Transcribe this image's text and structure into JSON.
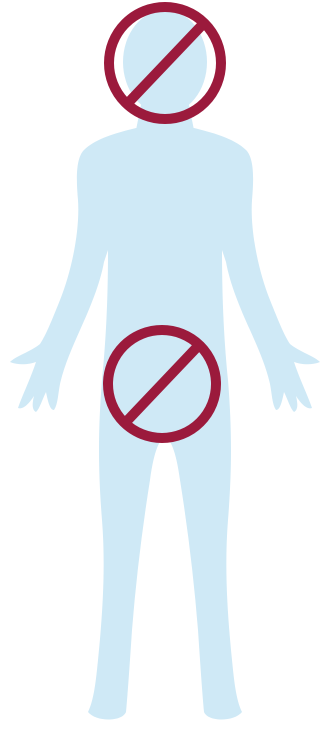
{
  "figure": {
    "body_icon": "human-body-silhouette",
    "prohibition_icon": "no-symbol",
    "colors": {
      "background": "#ffffff",
      "body": "#cfe9f6",
      "prohibition": "#9b1a3c"
    },
    "markers": [
      {
        "name": "head",
        "icon": "no-symbol"
      },
      {
        "name": "groin",
        "icon": "no-symbol"
      }
    ]
  }
}
